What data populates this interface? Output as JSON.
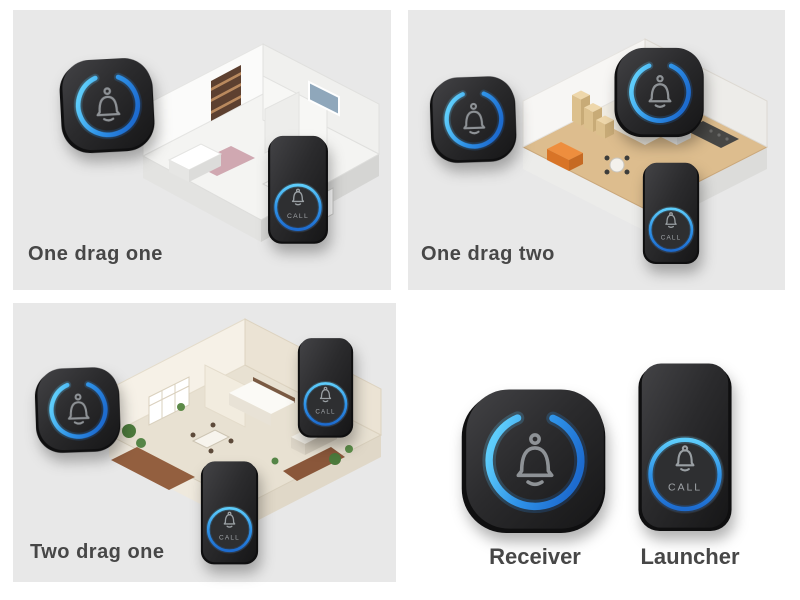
{
  "device": {
    "call_label": "CALL"
  },
  "panels": {
    "one_drag_one": {
      "caption": "One drag one",
      "receivers": 1,
      "launchers": 1
    },
    "one_drag_two": {
      "caption": "One drag two",
      "receivers": 2,
      "launchers": 1
    },
    "two_drag_one": {
      "caption": "Two drag one",
      "receivers": 1,
      "launchers": 2
    },
    "legend": {
      "receiver_label": "Receiver",
      "launcher_label": "Launcher"
    }
  },
  "colors": {
    "panel_bg": "#e8e8e8",
    "page_bg": "#ffffff",
    "ring_top": "#56c3f9",
    "ring_bottom": "#1d6bcf",
    "device_body": "#2a2a2c",
    "caption_text": "#474747",
    "bell_stroke": "#8e9296"
  }
}
